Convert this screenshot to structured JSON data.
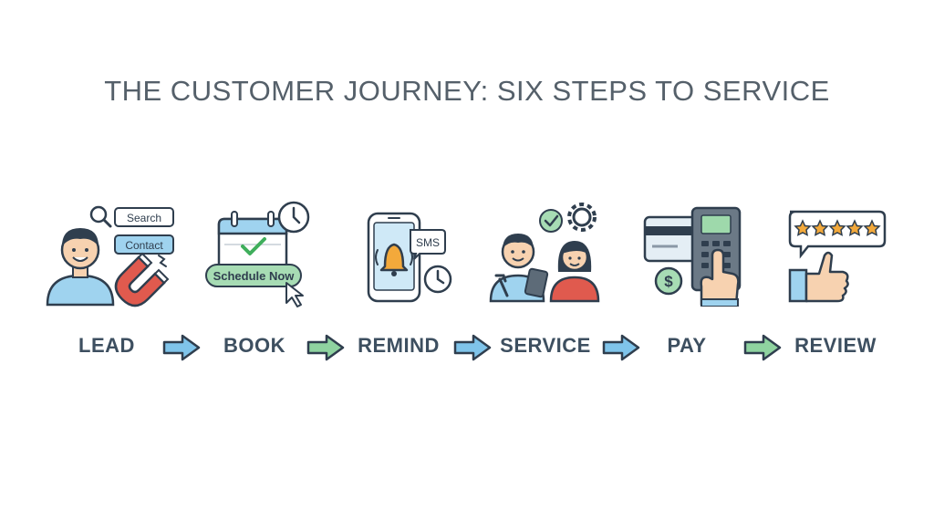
{
  "title": "THE CUSTOMER JOURNEY: SIX STEPS TO SERVICE",
  "steps": [
    {
      "label": "LEAD",
      "icon": "lead-magnet-icon",
      "chips": [
        "Search",
        "Contact"
      ]
    },
    {
      "label": "BOOK",
      "icon": "calendar-icon",
      "button": "Schedule Now"
    },
    {
      "label": "REMIND",
      "icon": "phone-bell-icon",
      "bubble": "SMS"
    },
    {
      "label": "SERVICE",
      "icon": "technician-icon"
    },
    {
      "label": "PAY",
      "icon": "card-terminal-icon"
    },
    {
      "label": "REVIEW",
      "icon": "thumbs-up-review-icon"
    }
  ],
  "colors": {
    "title": "#55606a",
    "label": "#3d4f60",
    "outline": "#2f3e4e",
    "blue": "#5eb3e4",
    "blue_light": "#cfe9f7",
    "green": "#8fd3a0",
    "green_light": "#d8f1de",
    "orange": "#f3a93b",
    "red": "#e05a4e",
    "skin": "#f7d2b0"
  }
}
